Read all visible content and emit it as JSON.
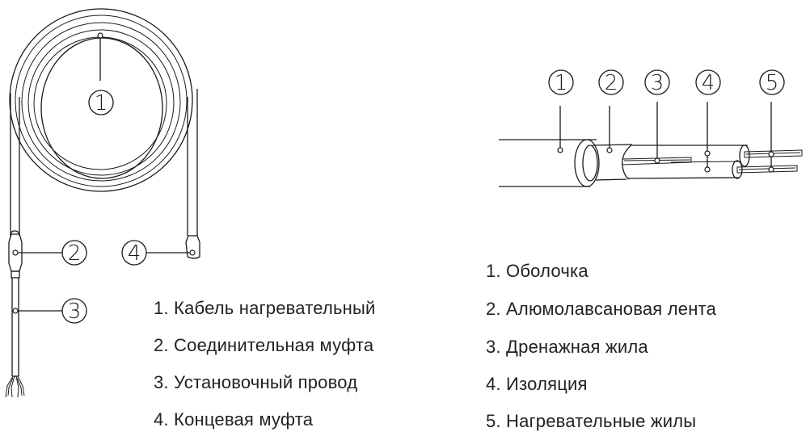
{
  "left_diagram": {
    "callouts": [
      "1",
      "2",
      "3",
      "4"
    ],
    "legend": [
      "1. Кабель нагревательный",
      "2. Соединительная муфта",
      "3. Установочный провод",
      "4. Концевая муфта"
    ]
  },
  "right_diagram": {
    "callouts": [
      "1",
      "2",
      "3",
      "4",
      "5"
    ],
    "legend": [
      "1. Оболочка",
      "2. Алюмолавсановая лента",
      "3. Дренажная жила",
      "4. Изоляция",
      "5. Нагревательные жилы"
    ]
  }
}
